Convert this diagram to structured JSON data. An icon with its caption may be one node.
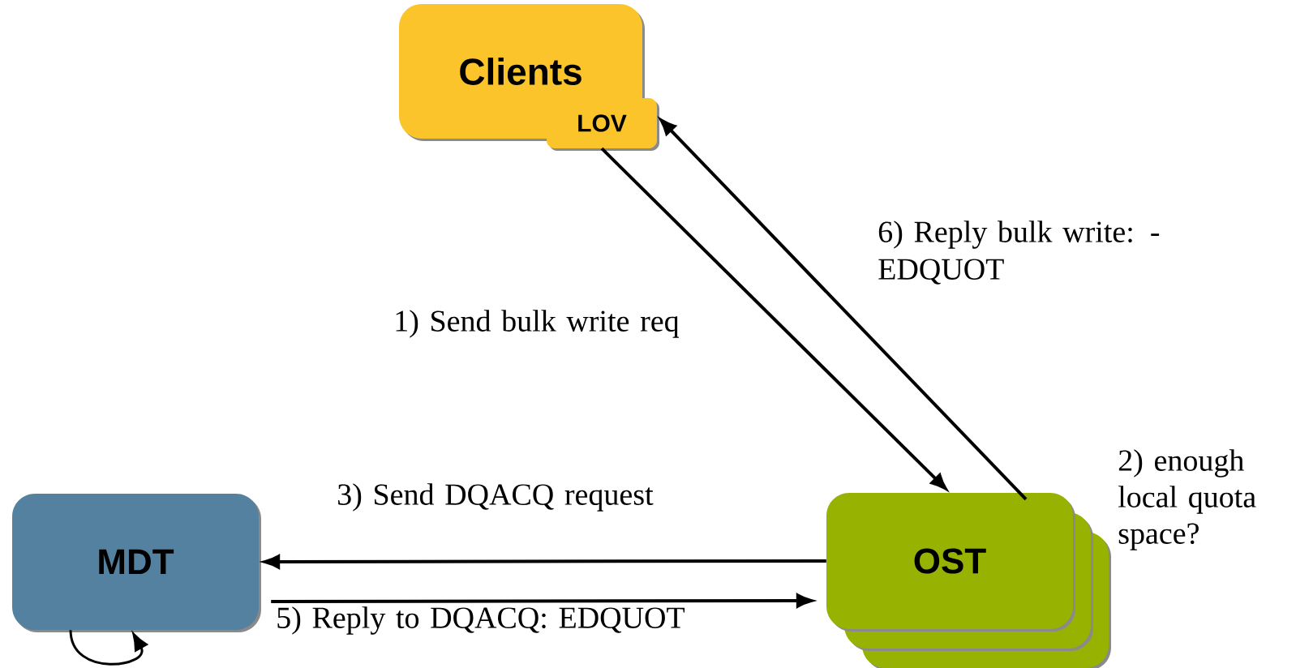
{
  "diagram": {
    "nodes": [
      {
        "text": [
          "Clients"
        ]
      },
      {
        "text": [
          "LOV"
        ]
      },
      {
        "text": [
          "MDT"
        ]
      },
      {
        "text": [
          "OST"
        ],
        "beside": [
          "2) enough local quota space?"
        ]
      }
    ],
    "edges": [
      {
        "from": 1,
        "to": 3,
        "arrow": "to",
        "label": "1) Send bulk write req"
      },
      {
        "from": 3,
        "to": 2,
        "arrow": "to",
        "label": "3) Send DQACQ request"
      },
      {
        "from": 2,
        "to": 2,
        "arrow": "to"
      },
      {
        "from": 2,
        "to": 3,
        "arrow": "to",
        "label": "5) Reply to DQACQ: EDQUOT"
      },
      {
        "from": 3,
        "to": 1,
        "arrow": "to",
        "label": "6) Reply bulk write: -EDQUOT"
      }
    ]
  }
}
